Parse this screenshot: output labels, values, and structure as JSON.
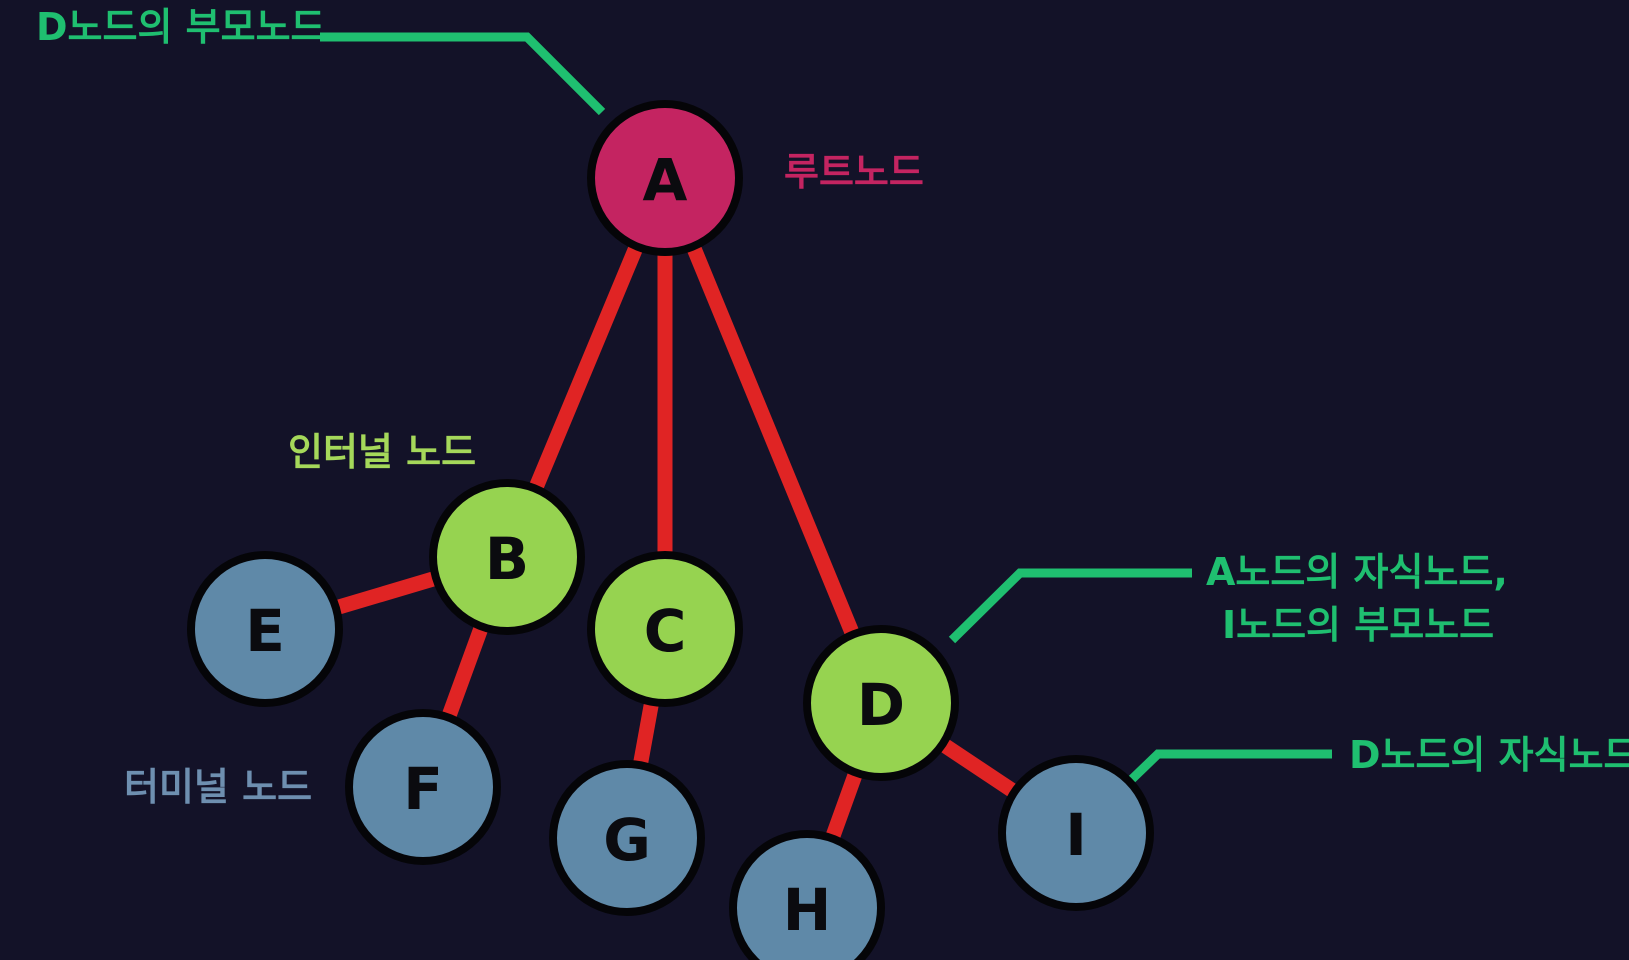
{
  "colors": {
    "background": "#131228",
    "root_fill": "#c42461",
    "internal_fill": "#96d350",
    "terminal_fill": "#5f89a8",
    "edge": "#e02424",
    "node_outline": "#050508",
    "callout": "#1fbf70",
    "root_label": "#c42461",
    "internal_label": "#a5d85a",
    "terminal_label": "#6e8fb0"
  },
  "nodes": [
    {
      "id": "A",
      "label": "A",
      "kind": "root"
    },
    {
      "id": "B",
      "label": "B",
      "kind": "internal"
    },
    {
      "id": "C",
      "label": "C",
      "kind": "internal"
    },
    {
      "id": "D",
      "label": "D",
      "kind": "internal"
    },
    {
      "id": "E",
      "label": "E",
      "kind": "terminal"
    },
    {
      "id": "F",
      "label": "F",
      "kind": "terminal"
    },
    {
      "id": "G",
      "label": "G",
      "kind": "terminal"
    },
    {
      "id": "H",
      "label": "H",
      "kind": "terminal"
    },
    {
      "id": "I",
      "label": "I",
      "kind": "terminal"
    }
  ],
  "edges": [
    {
      "from": "A",
      "to": "B"
    },
    {
      "from": "A",
      "to": "C"
    },
    {
      "from": "A",
      "to": "D"
    },
    {
      "from": "B",
      "to": "E"
    },
    {
      "from": "B",
      "to": "F"
    },
    {
      "from": "C",
      "to": "G"
    },
    {
      "from": "D",
      "to": "H"
    },
    {
      "from": "D",
      "to": "I"
    }
  ],
  "labels": {
    "root_node": "루트노드",
    "internal_node": "인터널 노드",
    "terminal_node": "터미널 노드",
    "d_parent": "D노드의 부모노드",
    "a_child_line1": "A노드의 자식노드,",
    "a_child_line2": "I노드의 부모노드",
    "d_child": "D노드의 자식노드"
  }
}
